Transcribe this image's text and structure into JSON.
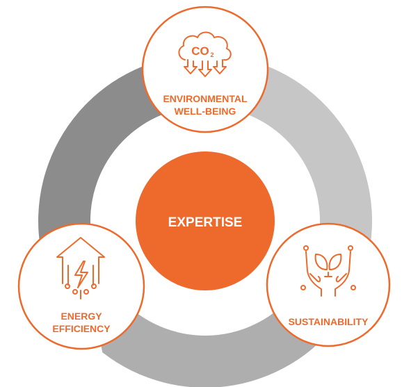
{
  "center": {
    "label": "EXPERTISE"
  },
  "nodes": [
    {
      "id": "environmental",
      "lines": [
        "ENVIRONMENTAL",
        "WELL-BEING"
      ],
      "icon": "co2-cloud-icon",
      "icon_text": "CO",
      "icon_sub": "2"
    },
    {
      "id": "sustainability",
      "lines": [
        "SUSTAINABILITY"
      ],
      "icon": "hands-plant-icon"
    },
    {
      "id": "energy",
      "lines": [
        "ENERGY",
        "EFFICIENCY"
      ],
      "icon": "energy-arrow-icon"
    }
  ],
  "colors": {
    "accent": "#ee6a2c",
    "arrow_light": "#c6c6c6",
    "arrow_mid": "#aeaeae",
    "arrow_dark": "#8c8c8c",
    "node_fill": "#ffffff"
  }
}
